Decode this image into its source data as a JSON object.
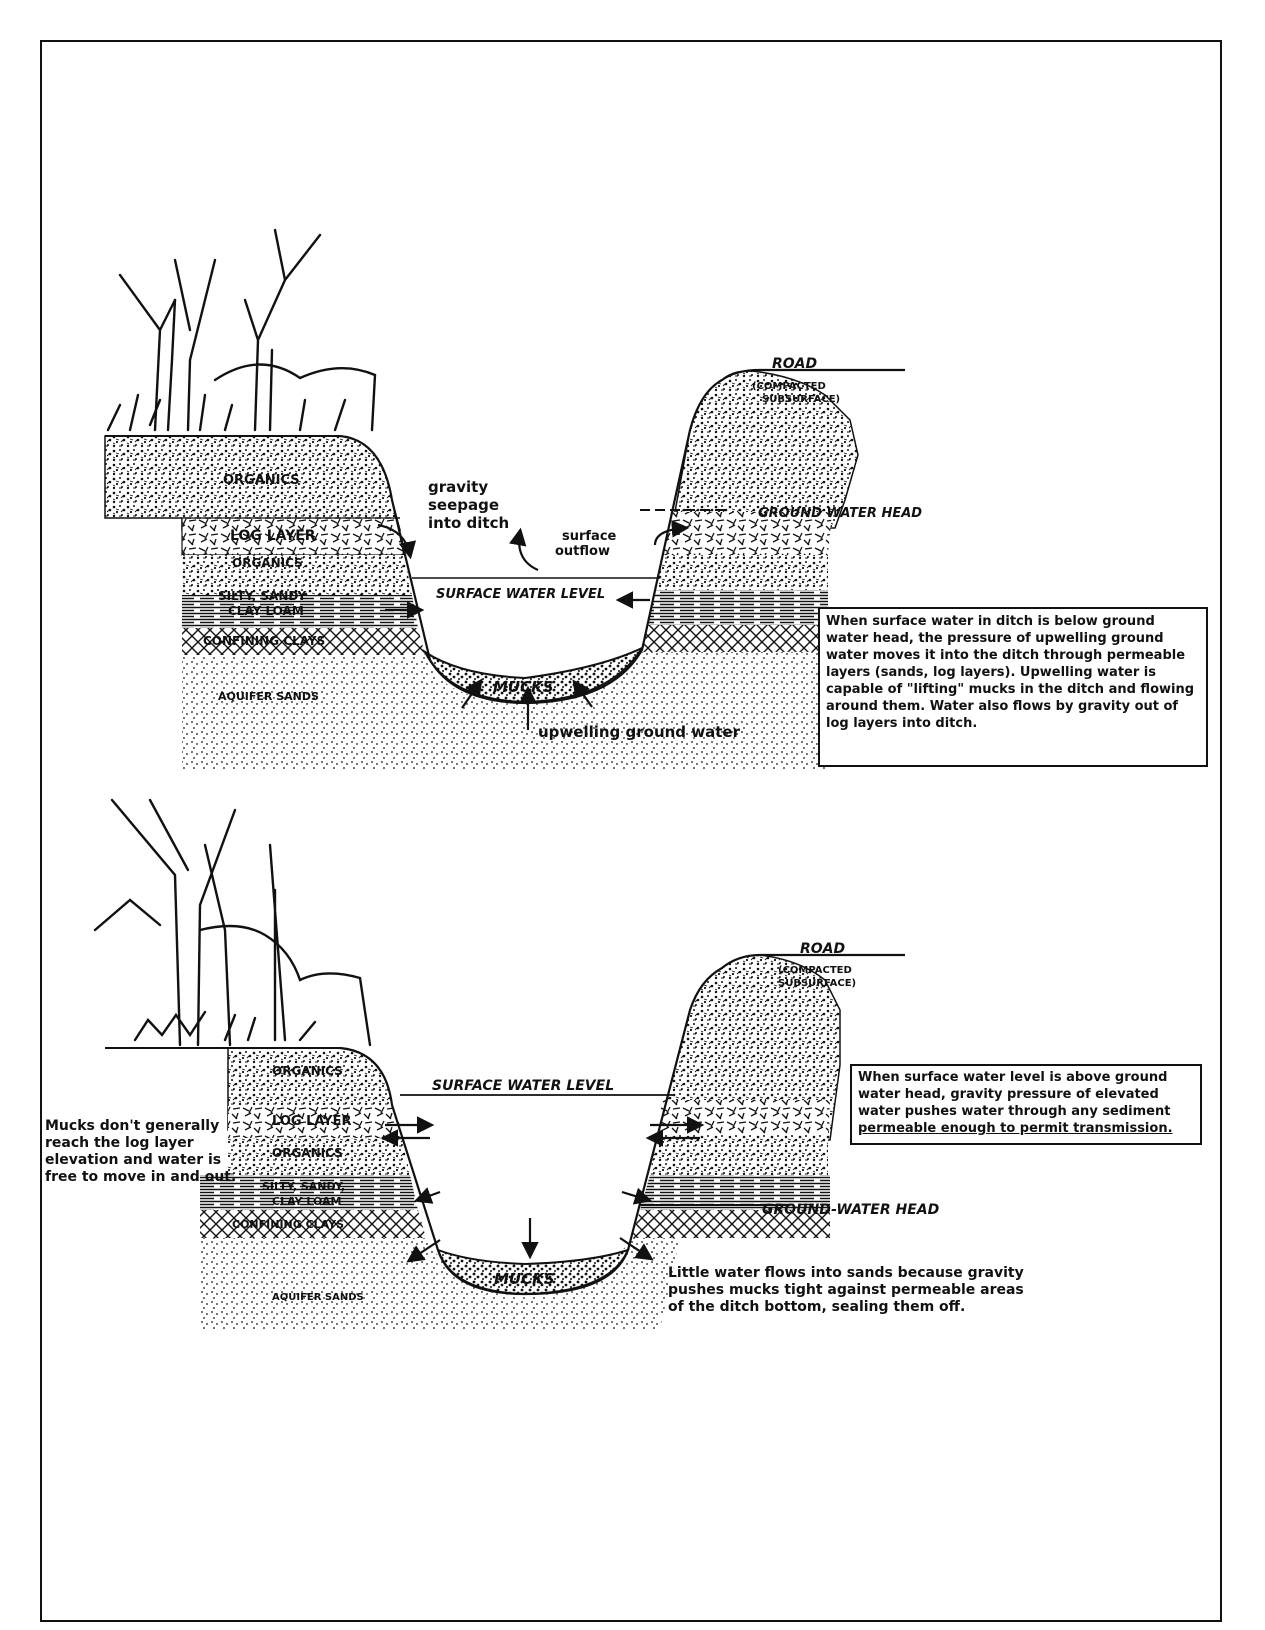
{
  "top": {
    "road": "ROAD",
    "compacted": [
      "(COMPACTED",
      "SUBSURFACE)"
    ],
    "organics_upper": "ORGANICS",
    "log_layer": "LOG LAYER",
    "organics_lower": "ORGANICS",
    "silty": [
      "SILTY, SANDY",
      "CLAY LOAM"
    ],
    "confining": "CONFINING CLAYS",
    "aquifer": "AQUIFER SANDS",
    "mucks": "MUCKS",
    "gravity": [
      "gravity",
      "seepage",
      "into ditch"
    ],
    "surface_outflow": [
      "surface",
      "outflow"
    ],
    "surface_water_level": "SURFACE WATER LEVEL",
    "ground_water_head": "GROUND WATER HEAD",
    "upwelling": "upwelling ground water",
    "note": "When surface water in ditch is below ground water head, the pressure of upwelling ground water moves it into the ditch through permeable layers (sands, log layers). Upwelling water is capable of \"lifting\" mucks in the ditch and flowing around them. Water also flows by gravity out of log layers into ditch."
  },
  "bottom": {
    "road": "ROAD",
    "compacted": [
      "(COMPACTED",
      "SUBSURFACE)"
    ],
    "organics_upper": "ORGANICS",
    "log_layer": "LOG LAYER",
    "organics_lower": "ORGANICS",
    "silty": [
      "SILTY, SANDY,",
      "CLAY LOAM"
    ],
    "confining": "CONFINING CLAYS",
    "aquifer": "AQUIFER SANDS",
    "mucks": "MUCKS",
    "surface_water_level": "SURFACE WATER LEVEL",
    "ground_water_head": "GROUND-WATER HEAD",
    "note_right_lines": [
      "When surface water level is above ground",
      "water head, gravity pressure of elevated",
      "water pushes water through any sediment"
    ],
    "note_right_last": "permeable enough to permit transmission.",
    "note_left": "Mucks don't generally reach the log layer elevation and water is free to move in and out.",
    "note_bottom": "Little water flows into sands because gravity pushes mucks tight against permeable areas of the ditch bottom, sealing them off."
  }
}
